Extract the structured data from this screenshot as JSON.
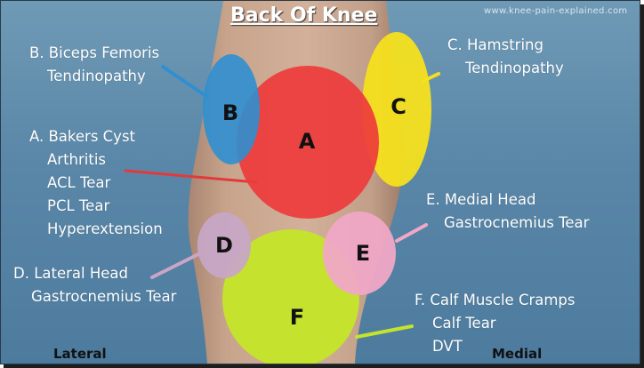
{
  "title": "Back Of Knee",
  "watermark": "www.knee-pain-explained.com",
  "side_labels": {
    "left": "Lateral",
    "right": "Medial"
  },
  "colors": {
    "background": "#5f8dae",
    "skin": "#c9a58e",
    "A": "#ee3b3b",
    "B": "#2f8fd0",
    "C": "#f5e01e",
    "D": "#c7a6c6",
    "E": "#f0a8c6",
    "F": "#c4e22e"
  },
  "regions": [
    {
      "letter": "A",
      "label_lines": [
        "A. Bakers Cyst",
        "Arthritis",
        "ACL Tear",
        "PCL Tear",
        "Hyperextension"
      ]
    },
    {
      "letter": "B",
      "label_lines": [
        "B. Biceps Femoris",
        "Tendinopathy"
      ]
    },
    {
      "letter": "C",
      "label_lines": [
        "C. Hamstring",
        "Tendinopathy"
      ]
    },
    {
      "letter": "D",
      "label_lines": [
        "D. Lateral Head",
        "Gastrocnemius Tear"
      ]
    },
    {
      "letter": "E",
      "label_lines": [
        "E. Medial Head",
        "Gastrocnemius Tear"
      ]
    },
    {
      "letter": "F",
      "label_lines": [
        "F. Calf Muscle Cramps",
        "Calf Tear",
        "DVT"
      ]
    }
  ]
}
